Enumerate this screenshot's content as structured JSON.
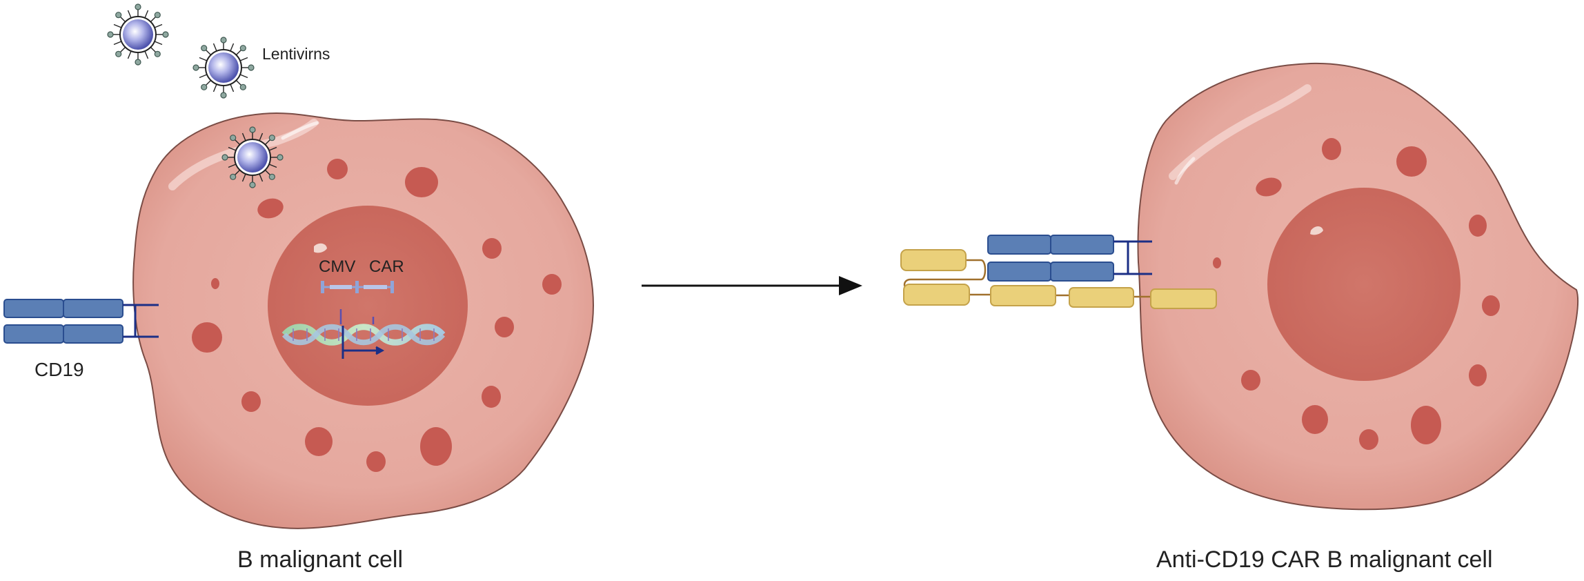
{
  "labels": {
    "virus": "Lentivirns",
    "cmv": "CMV",
    "car": "CAR",
    "cd19": "CD19",
    "left_caption": "B malignant cell",
    "right_caption": "Anti-CD19 CAR B malignant cell"
  },
  "colors": {
    "cell": "#e7aaa0",
    "nucleus": "#cd6b60",
    "spots": "#c45a52",
    "cd19_domain": "#5b7fb5",
    "car_domain": "#ead07a",
    "linker": "#1b2f86",
    "virus_core": "#6f74c4"
  }
}
